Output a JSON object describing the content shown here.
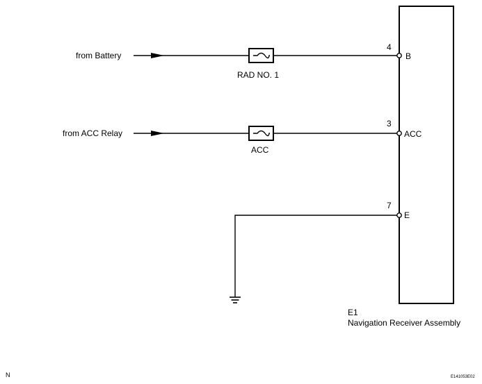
{
  "sources": {
    "battery": "from Battery",
    "acc_relay": "from ACC Relay"
  },
  "fuses": {
    "rad": "RAD NO. 1",
    "acc": "ACC"
  },
  "pins": {
    "b": {
      "number": "4",
      "name": "B"
    },
    "acc": {
      "number": "3",
      "name": "ACC"
    },
    "e": {
      "number": "7",
      "name": "E"
    }
  },
  "component": {
    "code": "E1",
    "name": "Navigation Receiver Assembly"
  },
  "footer": {
    "left_mark": "N",
    "figure_id": "E141053E02"
  }
}
